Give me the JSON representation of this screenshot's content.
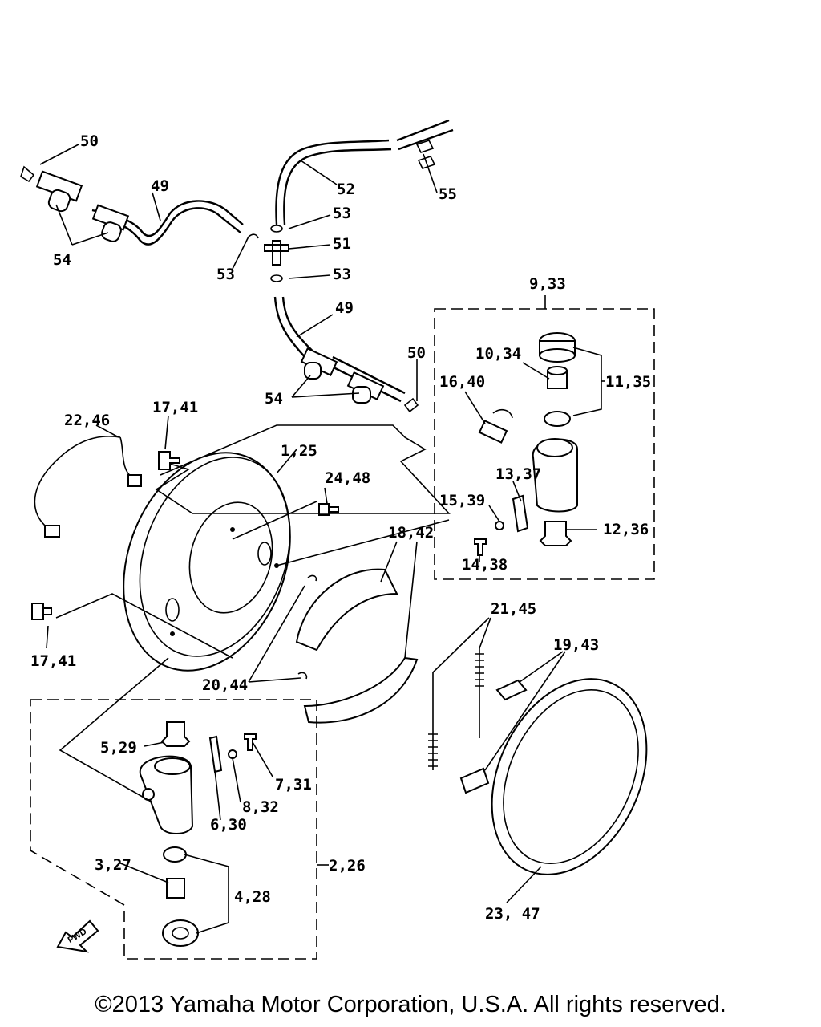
{
  "labels": {
    "p50a": "50",
    "p49a": "49",
    "p54a": "54",
    "p52": "52",
    "p55": "55",
    "p53a": "53",
    "p51": "51",
    "p53b": "53",
    "p53c": "53",
    "p49b": "49",
    "p9_33": "9,33",
    "p50b": "50",
    "p10_34": "10,34",
    "p11_35": "11,35",
    "p16_40": "16,40",
    "p54b": "54",
    "p22_46": "22,46",
    "p17_41a": "17,41",
    "p1_25": "1,25",
    "p24_48": "24,48",
    "p13_37": "13,37",
    "p15_39": "15,39",
    "p12_36": "12,36",
    "p14_38": "14,38",
    "p18_42": "18,42",
    "p21_45": "21,45",
    "p19_43": "19,43",
    "p17_41b": "17,41",
    "p20_44": "20,44",
    "p5_29": "5,29",
    "p7_31": "7,31",
    "p8_32": "8,32",
    "p6_30": "6,30",
    "p3_27": "3,27",
    "p2_26": "2,26",
    "p4_28": "4,28",
    "p23_47": "23, 47",
    "fwd": "FWD"
  },
  "copyright": "©2013 Yamaha Motor Corporation, U.S.A. All rights reserved."
}
